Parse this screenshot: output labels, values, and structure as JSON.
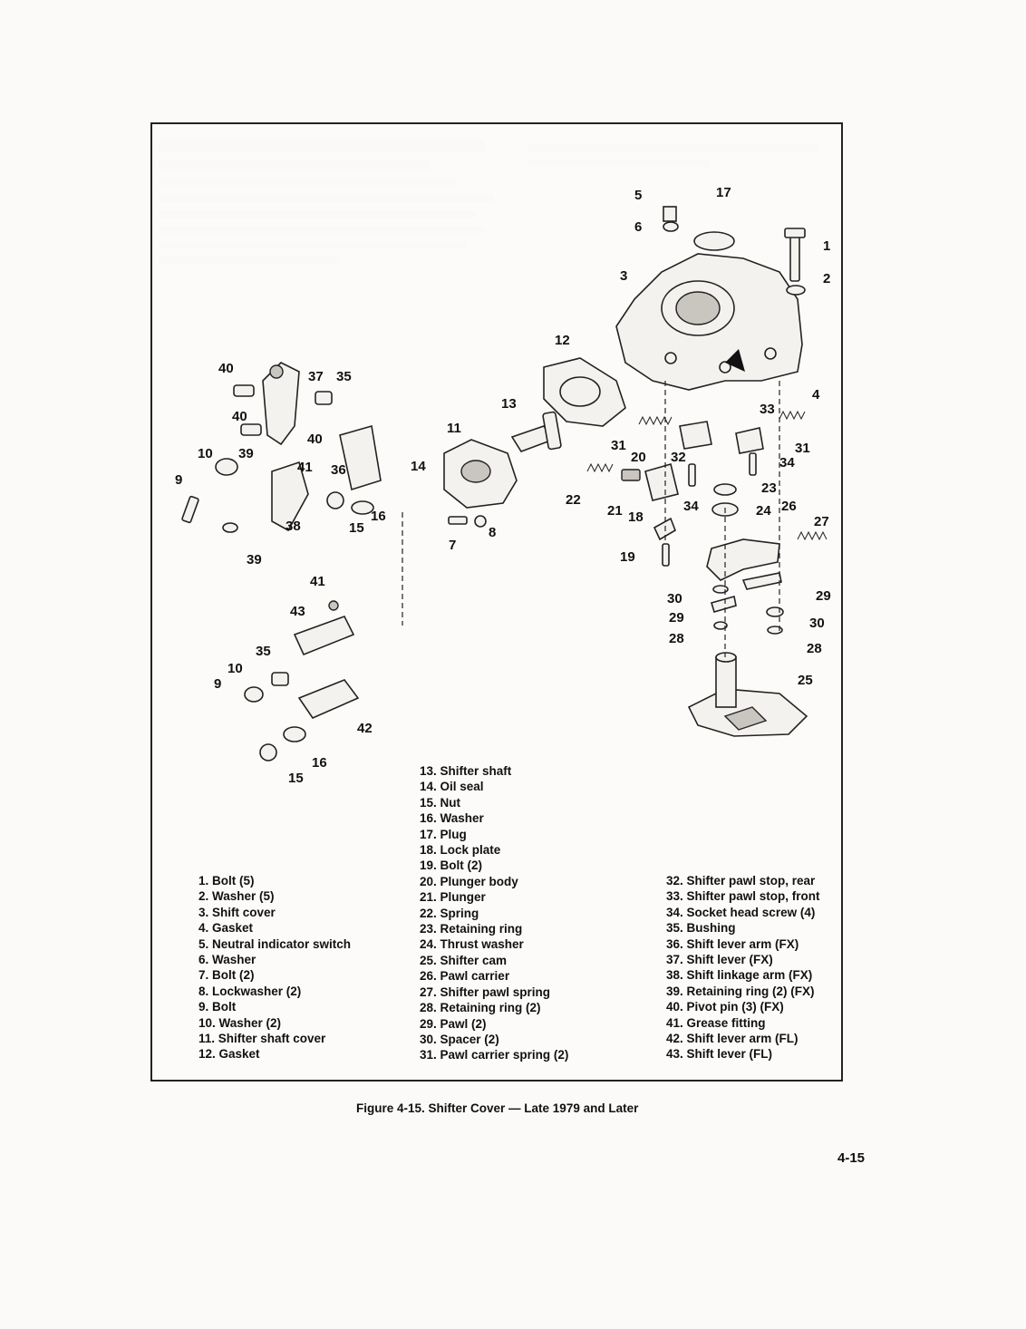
{
  "legend": {
    "column1": [
      "1. Bolt (5)",
      "2. Washer (5)",
      "3. Shift cover",
      "4. Gasket",
      "5. Neutral indicator switch",
      "6. Washer",
      "7. Bolt (2)",
      "8. Lockwasher (2)",
      "9. Bolt",
      "10. Washer (2)",
      "11. Shifter shaft cover",
      "12. Gasket"
    ],
    "column2": [
      "13. Shifter shaft",
      "14. Oil seal",
      "15. Nut",
      "16. Washer",
      "17. Plug",
      "18. Lock plate",
      "19. Bolt (2)",
      "20. Plunger body",
      "21. Plunger",
      "22. Spring",
      "23. Retaining ring",
      "24. Thrust washer",
      "25. Shifter cam",
      "26. Pawl carrier",
      "27. Shifter pawl spring",
      "28. Retaining ring (2)",
      "29. Pawl (2)",
      "30. Spacer (2)",
      "31. Pawl carrier spring (2)"
    ],
    "column3": [
      "32. Shifter pawl stop, rear",
      "33. Shifter pawl stop, front",
      "34. Socket head screw (4)",
      "35. Bushing",
      "36. Shift lever arm (FX)",
      "37. Shift lever (FX)",
      "38. Shift linkage arm (FX)",
      "39. Retaining ring (2) (FX)",
      "40. Pivot pin (3) (FX)",
      "41. Grease fitting",
      "42. Shift lever arm (FL)",
      "43. Shift lever (FL)"
    ]
  },
  "callouts": [
    "5",
    "17",
    "1",
    "6",
    "2",
    "3",
    "12",
    "4",
    "13",
    "33",
    "11",
    "31",
    "20",
    "32",
    "31",
    "34",
    "14",
    "22",
    "21",
    "18",
    "34",
    "23",
    "24",
    "26",
    "27",
    "19",
    "30",
    "29",
    "29",
    "30",
    "28",
    "28",
    "25",
    "40",
    "37",
    "35",
    "40",
    "10",
    "39",
    "40",
    "41",
    "36",
    "9",
    "38",
    "15",
    "16",
    "8",
    "7",
    "39",
    "41",
    "43",
    "35",
    "10",
    "9",
    "42",
    "16",
    "15"
  ],
  "caption": "Figure 4-15. Shifter Cover — Late 1979 and Later",
  "page_number": "4-15",
  "colors": {
    "ink": "#111111",
    "paper": "#fbfaf8",
    "part_fill": "#f4f2ee",
    "shade": "#c9c5bf"
  }
}
